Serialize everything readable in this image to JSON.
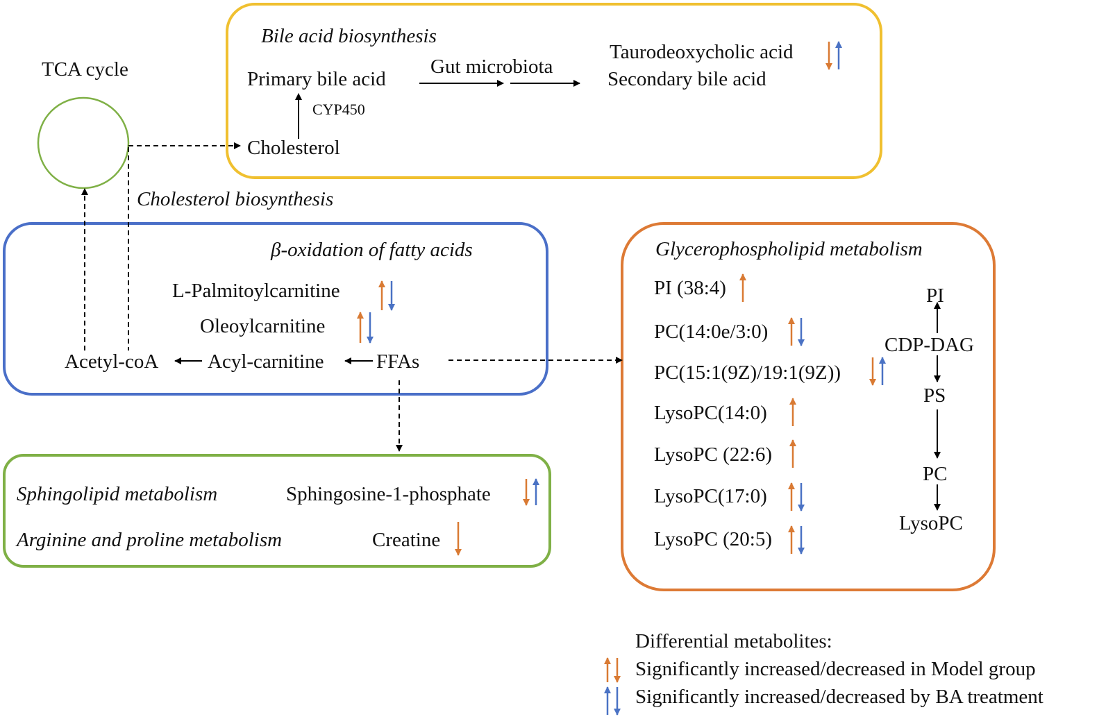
{
  "colors": {
    "model": "#d97a33",
    "ba": "#4a72c4",
    "bile_box": "#f0c030",
    "beta_box": "#4a6fc8",
    "sphingo_box": "#7fb046",
    "glycero_box": "#dd7a35",
    "tca_circle": "#7fb046",
    "arrow": "#000000"
  },
  "tca": {
    "title": "TCA cycle"
  },
  "bile": {
    "title": "Bile acid biosynthesis",
    "primary": "Primary bile acid",
    "cyp": "CYP450",
    "cholesterol": "Cholesterol",
    "gut": "Gut microbiota",
    "taurodeoxycholic": "Taurodeoxycholic acid",
    "secondary": "Secondary bile acid"
  },
  "cholesterol_label": "Cholesterol biosynthesis",
  "beta": {
    "title": "β-oxidation of fatty acids",
    "palmitoyl": "L-Palmitoylcarnitine",
    "oleoyl": "Oleoylcarnitine",
    "acetyl": "Acetyl-coA",
    "acyl": "Acyl-carnitine",
    "ffas": "FFAs"
  },
  "sphingo": {
    "sphingo_title": "Sphingolipid metabolism",
    "s1p": "Sphingosine-1-phosphate",
    "arginine_title": "Arginine and proline metabolism",
    "creatine": "Creatine"
  },
  "glycero": {
    "title": "Glycerophospholipid metabolism",
    "items": [
      {
        "label": "PI (38:4)"
      },
      {
        "label": "PC(14:0e/3:0)"
      },
      {
        "label": "PC(15:1(9Z)/19:1(9Z))"
      },
      {
        "label": "LysoPC(14:0)"
      },
      {
        "label": "LysoPC (22:6)"
      },
      {
        "label": "LysoPC(17:0)"
      },
      {
        "label": "LysoPC (20:5)"
      }
    ],
    "pathway": [
      "PI",
      "CDP-DAG",
      "PS",
      "PC",
      "LysoPC"
    ]
  },
  "legend": {
    "title": "Differential metabolites:",
    "model": "Significantly increased/decreased in Model group",
    "ba": "Significantly increased/decreased by BA  treatment"
  }
}
